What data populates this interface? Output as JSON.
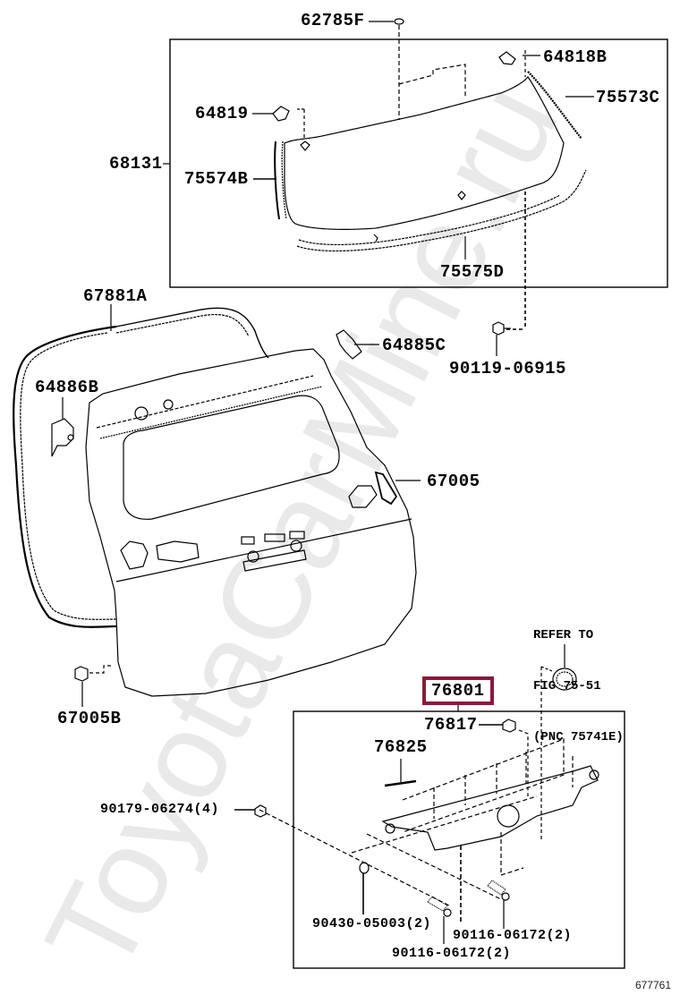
{
  "watermark": "ToyotaCarMine.ru",
  "figure_number": "677761",
  "highlight_color": "#8b1a3a",
  "callouts": {
    "p62785F": "62785F",
    "p64818B": "64818B",
    "p75573C": "75573C",
    "p64819": "64819",
    "p68131": "68131",
    "p75574B": "75574B",
    "p75575D": "75575D",
    "p67881A": "67881A",
    "p64885C": "64885C",
    "p90119_06915": "90119-06915",
    "p64886B": "64886B",
    "p67005": "67005",
    "p67005B": "67005B",
    "p76801": "76801",
    "p76817": "76817",
    "p76825": "76825",
    "p90179_06274": "90179-06274(4)",
    "p90430_05003": "90430-05003(2)",
    "p90116_06172_a": "90116-06172(2)",
    "p90116_06172_b": "90116-06172(2)"
  },
  "refer_note": {
    "line1": "REFER TO",
    "line2": "FIG 75-51",
    "line3": "(PNC 75741E)"
  },
  "groups": {
    "glass_group_box": "68131",
    "garnish_group_box": "76801"
  }
}
